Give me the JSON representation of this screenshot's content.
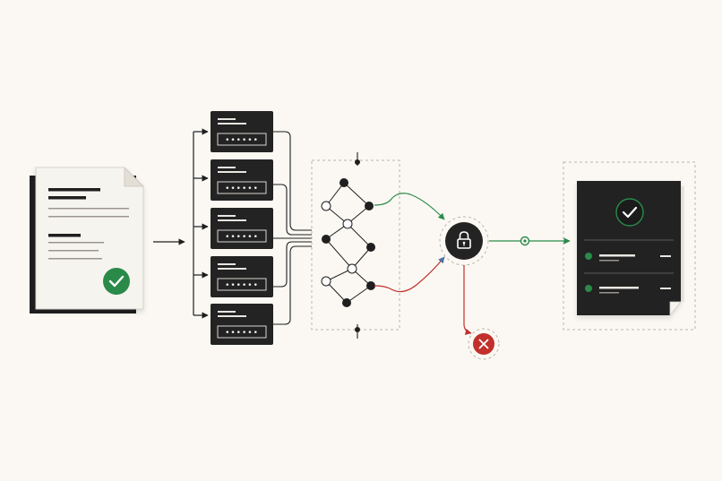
{
  "colors": {
    "background": "#fbf8f3",
    "ink": "#1f1f1f",
    "card": "#232323",
    "paper": "#f6f4ef",
    "success": "#2a8a4a",
    "danger": "#c2302b",
    "line": "#2b2b2b",
    "dash": "#b9b5ae"
  },
  "icons": {
    "source_check": "check-circle-icon",
    "lock": "lock-icon",
    "reject": "x-circle-icon",
    "result_check": "check-circle-icon"
  },
  "record_cards": {
    "count": 5
  },
  "network": {
    "nodes": 12
  },
  "result_rows": {
    "count": 2
  }
}
